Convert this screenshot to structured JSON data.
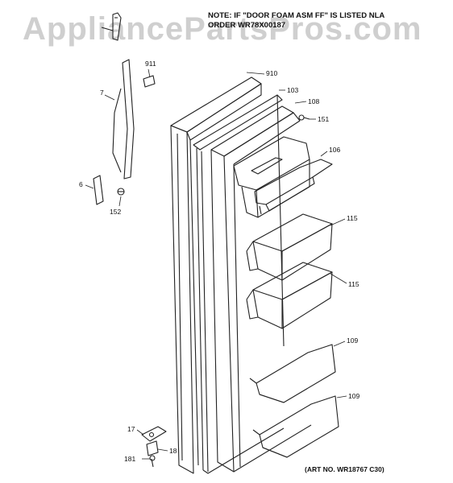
{
  "watermark": "AppliancePartsPros.com",
  "note": {
    "line1": "NOTE: IF \"DOOR FOAM ASM FF\" IS LISTED NLA",
    "line2": "ORDER WR78X00187"
  },
  "art_number": "(ART NO. WR18767 C30)",
  "callouts": {
    "c910": "910",
    "c103": "103",
    "c108": "108",
    "c151": "151",
    "c106": "106",
    "c115a": "115",
    "c115b": "115",
    "c109a": "109",
    "c109b": "109",
    "c911": "911",
    "c7": "7",
    "c6": "6",
    "c152": "152",
    "c17": "17",
    "c18": "18",
    "c181": "181"
  }
}
